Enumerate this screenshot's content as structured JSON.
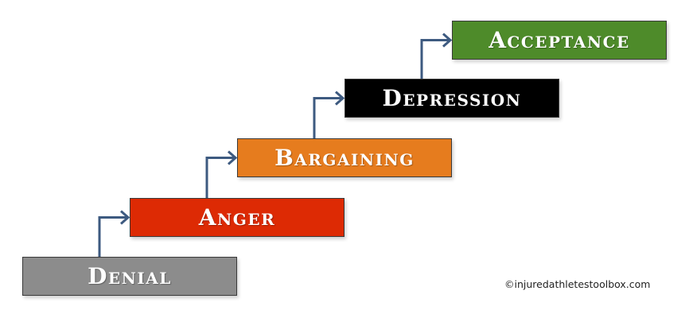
{
  "stages": [
    {
      "label": "Denial",
      "color": "#8c8c8c"
    },
    {
      "label": "Anger",
      "color": "#dd2a04"
    },
    {
      "label": "Bargaining",
      "color": "#e67c1e"
    },
    {
      "label": "Depression",
      "color": "#000000"
    },
    {
      "label": "Acceptance",
      "color": "#4e8b2a"
    }
  ],
  "arrow_color": "#3d5a80",
  "credit": "©injuredathletestoolbox.com"
}
